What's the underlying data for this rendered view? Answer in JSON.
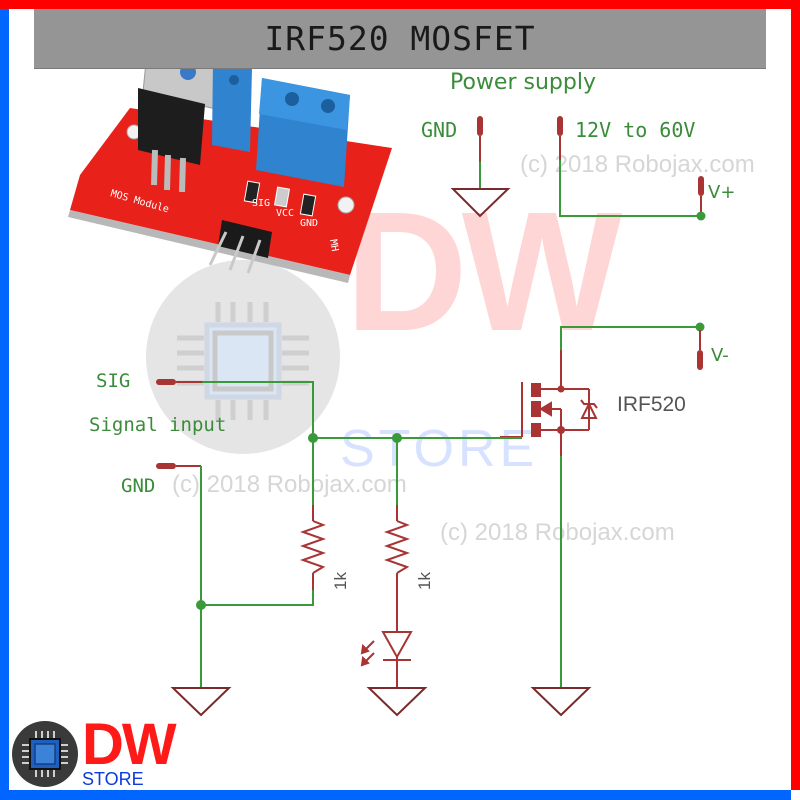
{
  "header": {
    "title": "IRF520 MOSFET"
  },
  "module_photo": {
    "silkscreen_label": "MOS Module",
    "pin_labels": [
      "SIG",
      "VCC",
      "GND"
    ],
    "corner_mark": "MH"
  },
  "schematic": {
    "power_supply": {
      "title": "Power supply",
      "gnd_label": "GND",
      "voltage_label": "12V to 60V"
    },
    "terminals": {
      "v_plus": "V+",
      "v_minus": "V-"
    },
    "signal": {
      "sig_label": "SIG",
      "description": "Signal input",
      "gnd_label": "GND"
    },
    "mosfet": {
      "part": "IRF520"
    },
    "resistors": [
      {
        "value": "1k"
      },
      {
        "value": "1k"
      }
    ],
    "watermarks": [
      "(c) 2018 Robojax.com",
      "(c) 2018 Robojax.com",
      "(c) 2018 Robojax.com"
    ]
  },
  "watermark_brand": {
    "big": "DW",
    "sub": "STORE"
  },
  "brand_logo": {
    "name": "DW",
    "sub": "STORE"
  },
  "colors": {
    "wire_green": "#3a9a3a",
    "component_red": "#a83434",
    "frame_red": "#ff0000",
    "frame_blue": "#0066ff",
    "banner_gray": "#959595"
  }
}
